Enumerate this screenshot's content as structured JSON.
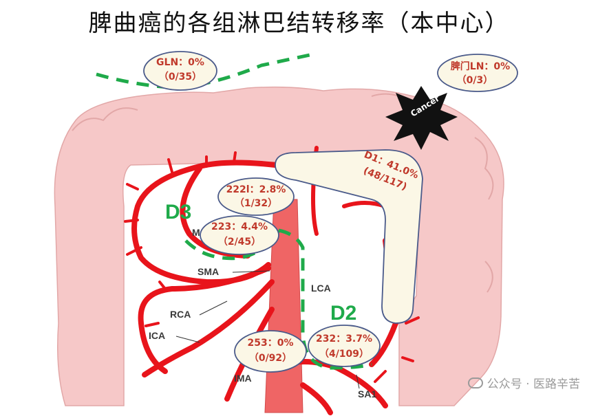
{
  "title": "脾曲癌的各组淋巴结转移率（本中心）",
  "bubbles": {
    "gln": {
      "line1": "GLN：0%",
      "line2": "（0/35）"
    },
    "spl": {
      "line1": "脾门LN：0%",
      "line2": "（0/3）"
    },
    "d1": {
      "line1": "D1：41.0%",
      "line2": "(48/117)"
    },
    "g222l": {
      "line1": "222l：2.8%",
      "line2": "（1/32）"
    },
    "g223": {
      "line1": "223：4.4%",
      "line2": "（2/45）"
    },
    "g253": {
      "line1": "253：0%",
      "line2": "（0/92）"
    },
    "g232": {
      "line1": "232：3.7%",
      "line2": "（4/109）"
    }
  },
  "labels": {
    "cancer": "Cancer",
    "d3": "D3",
    "d2": "D2",
    "m": "M",
    "sma": "SMA",
    "lca": "LCA",
    "rca": "RCA",
    "ica": "ICA",
    "ima": "IMA",
    "sa1": "SA1"
  },
  "watermark": "公众号 · 医路辛苦",
  "colors": {
    "colon": "#f6c8c8",
    "artery": "#e8141b",
    "aorta": "#ef6565",
    "dashed": "#1faa4a",
    "bubble_fill": "#fbf7e6",
    "bubble_stroke": "#4a5a8a"
  }
}
